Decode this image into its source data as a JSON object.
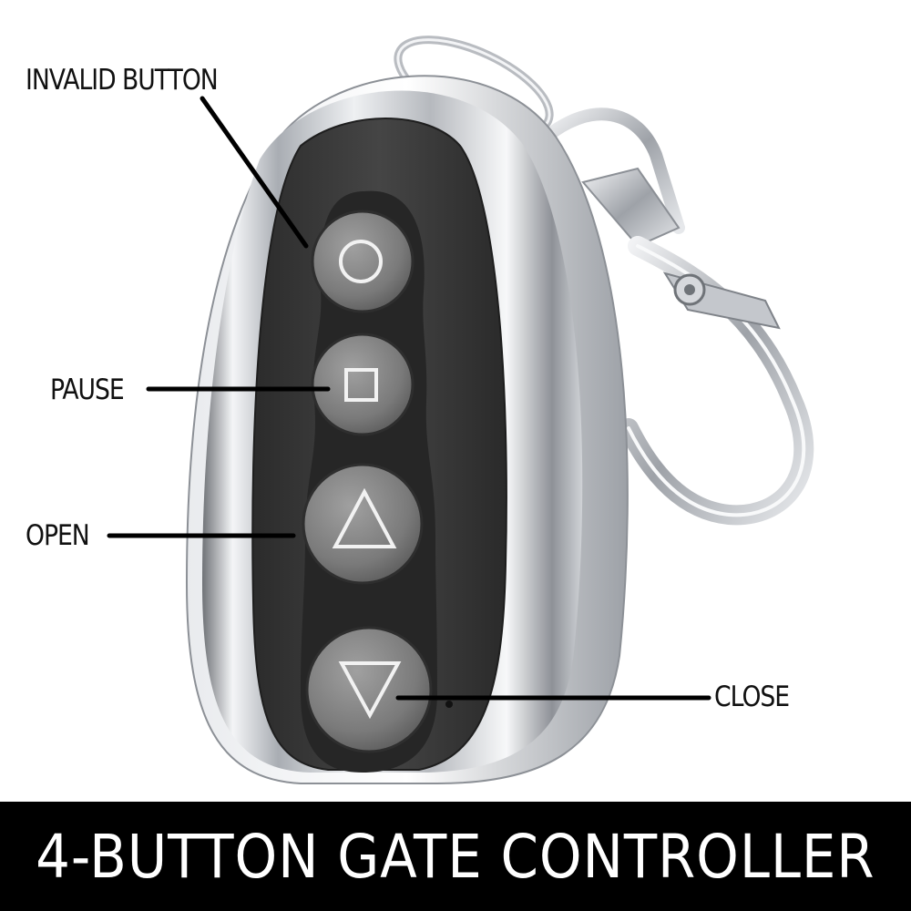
{
  "product_photo": {
    "item": "remote-control-keyfob",
    "buttons": [
      {
        "symbol": "circle-icon",
        "function": "invalid"
      },
      {
        "symbol": "square-icon",
        "function": "pause"
      },
      {
        "symbol": "triangle-up-icon",
        "function": "open"
      },
      {
        "symbol": "triangle-down-icon",
        "function": "close"
      }
    ]
  },
  "callouts": {
    "invalid_button": "INVALID BUTTON",
    "pause": "PAUSE",
    "open": "OPEN",
    "close": "CLOSE"
  },
  "banner": {
    "title": "4-BUTTON GATE CONTROLLER"
  },
  "colors": {
    "banner_bg": "#000000",
    "banner_text": "#ffffff",
    "chrome": "#c9ccd1",
    "panel": "#3a3a3a",
    "button": "#808080"
  }
}
